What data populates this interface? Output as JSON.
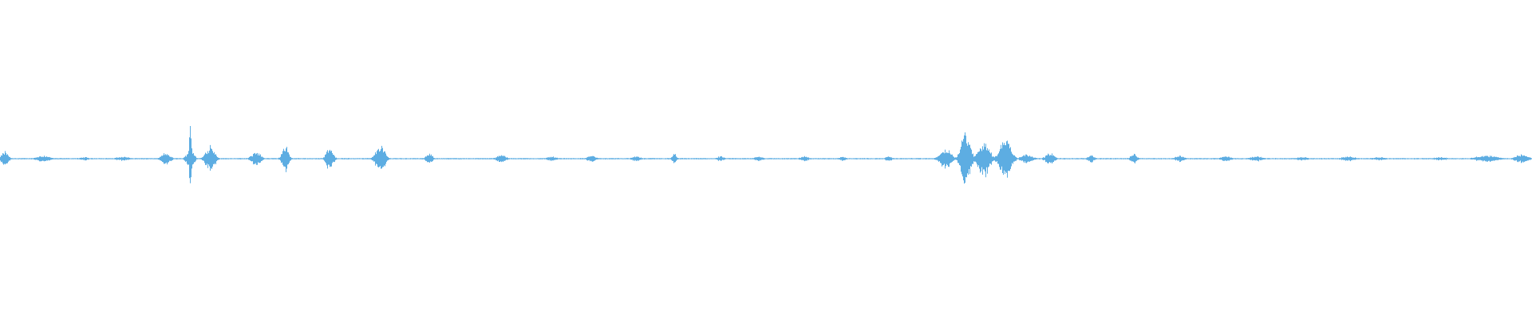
{
  "waveform": {
    "color": "#5DADE2",
    "background": "#FFFFFF",
    "duration_fraction_bursts": [
      {
        "t": 0.003,
        "amp": 0.09,
        "width": 0.006
      },
      {
        "t": 0.028,
        "amp": 0.04,
        "width": 0.012
      },
      {
        "t": 0.055,
        "amp": 0.02,
        "width": 0.008
      },
      {
        "t": 0.08,
        "amp": 0.025,
        "width": 0.012
      },
      {
        "t": 0.108,
        "amp": 0.07,
        "width": 0.008
      },
      {
        "t": 0.124,
        "amp": 0.52,
        "width": 0.002
      },
      {
        "t": 0.124,
        "amp": 0.15,
        "width": 0.006
      },
      {
        "t": 0.137,
        "amp": 0.17,
        "width": 0.008
      },
      {
        "t": 0.167,
        "amp": 0.09,
        "width": 0.008
      },
      {
        "t": 0.186,
        "amp": 0.15,
        "width": 0.006
      },
      {
        "t": 0.215,
        "amp": 0.16,
        "width": 0.006
      },
      {
        "t": 0.248,
        "amp": 0.17,
        "width": 0.008
      },
      {
        "t": 0.28,
        "amp": 0.06,
        "width": 0.006
      },
      {
        "t": 0.327,
        "amp": 0.05,
        "width": 0.008
      },
      {
        "t": 0.36,
        "amp": 0.03,
        "width": 0.008
      },
      {
        "t": 0.386,
        "amp": 0.04,
        "width": 0.008
      },
      {
        "t": 0.415,
        "amp": 0.03,
        "width": 0.008
      },
      {
        "t": 0.44,
        "amp": 0.06,
        "width": 0.004
      },
      {
        "t": 0.47,
        "amp": 0.03,
        "width": 0.006
      },
      {
        "t": 0.495,
        "amp": 0.03,
        "width": 0.008
      },
      {
        "t": 0.525,
        "amp": 0.03,
        "width": 0.008
      },
      {
        "t": 0.55,
        "amp": 0.03,
        "width": 0.006
      },
      {
        "t": 0.58,
        "amp": 0.03,
        "width": 0.006
      },
      {
        "t": 0.617,
        "amp": 0.12,
        "width": 0.01
      },
      {
        "t": 0.63,
        "amp": 0.35,
        "width": 0.008
      },
      {
        "t": 0.642,
        "amp": 0.22,
        "width": 0.01
      },
      {
        "t": 0.656,
        "amp": 0.26,
        "width": 0.01
      },
      {
        "t": 0.67,
        "amp": 0.06,
        "width": 0.01
      },
      {
        "t": 0.685,
        "amp": 0.07,
        "width": 0.008
      },
      {
        "t": 0.712,
        "amp": 0.05,
        "width": 0.006
      },
      {
        "t": 0.74,
        "amp": 0.06,
        "width": 0.006
      },
      {
        "t": 0.77,
        "amp": 0.04,
        "width": 0.008
      },
      {
        "t": 0.8,
        "amp": 0.03,
        "width": 0.01
      },
      {
        "t": 0.82,
        "amp": 0.03,
        "width": 0.012
      },
      {
        "t": 0.85,
        "amp": 0.02,
        "width": 0.012
      },
      {
        "t": 0.88,
        "amp": 0.03,
        "width": 0.012
      },
      {
        "t": 0.9,
        "amp": 0.02,
        "width": 0.012
      },
      {
        "t": 0.94,
        "amp": 0.02,
        "width": 0.012
      },
      {
        "t": 0.97,
        "amp": 0.04,
        "width": 0.02
      },
      {
        "t": 0.993,
        "amp": 0.05,
        "width": 0.012
      }
    ]
  }
}
